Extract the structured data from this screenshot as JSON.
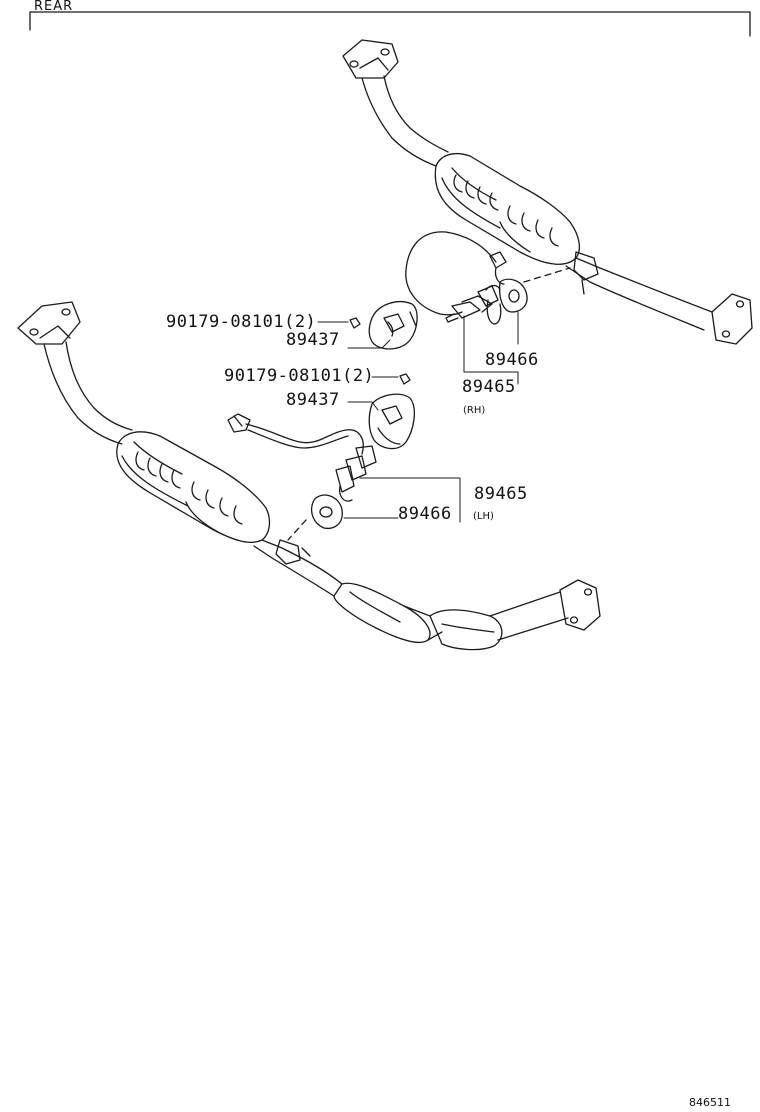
{
  "header": {
    "section": "REAR"
  },
  "footer": {
    "illustration_code": "846511"
  },
  "callouts": {
    "bolt_upper": "90179-08101(2)",
    "cover_upper": "89437",
    "bolt_lower": "90179-08101(2)",
    "cover_lower": "89437",
    "gasket_rh": "89466",
    "sensor_rh": "89465",
    "side_rh": "(RH)",
    "sensor_lh": "89465",
    "side_lh": "(LH)",
    "gasket_lh": "89466"
  }
}
